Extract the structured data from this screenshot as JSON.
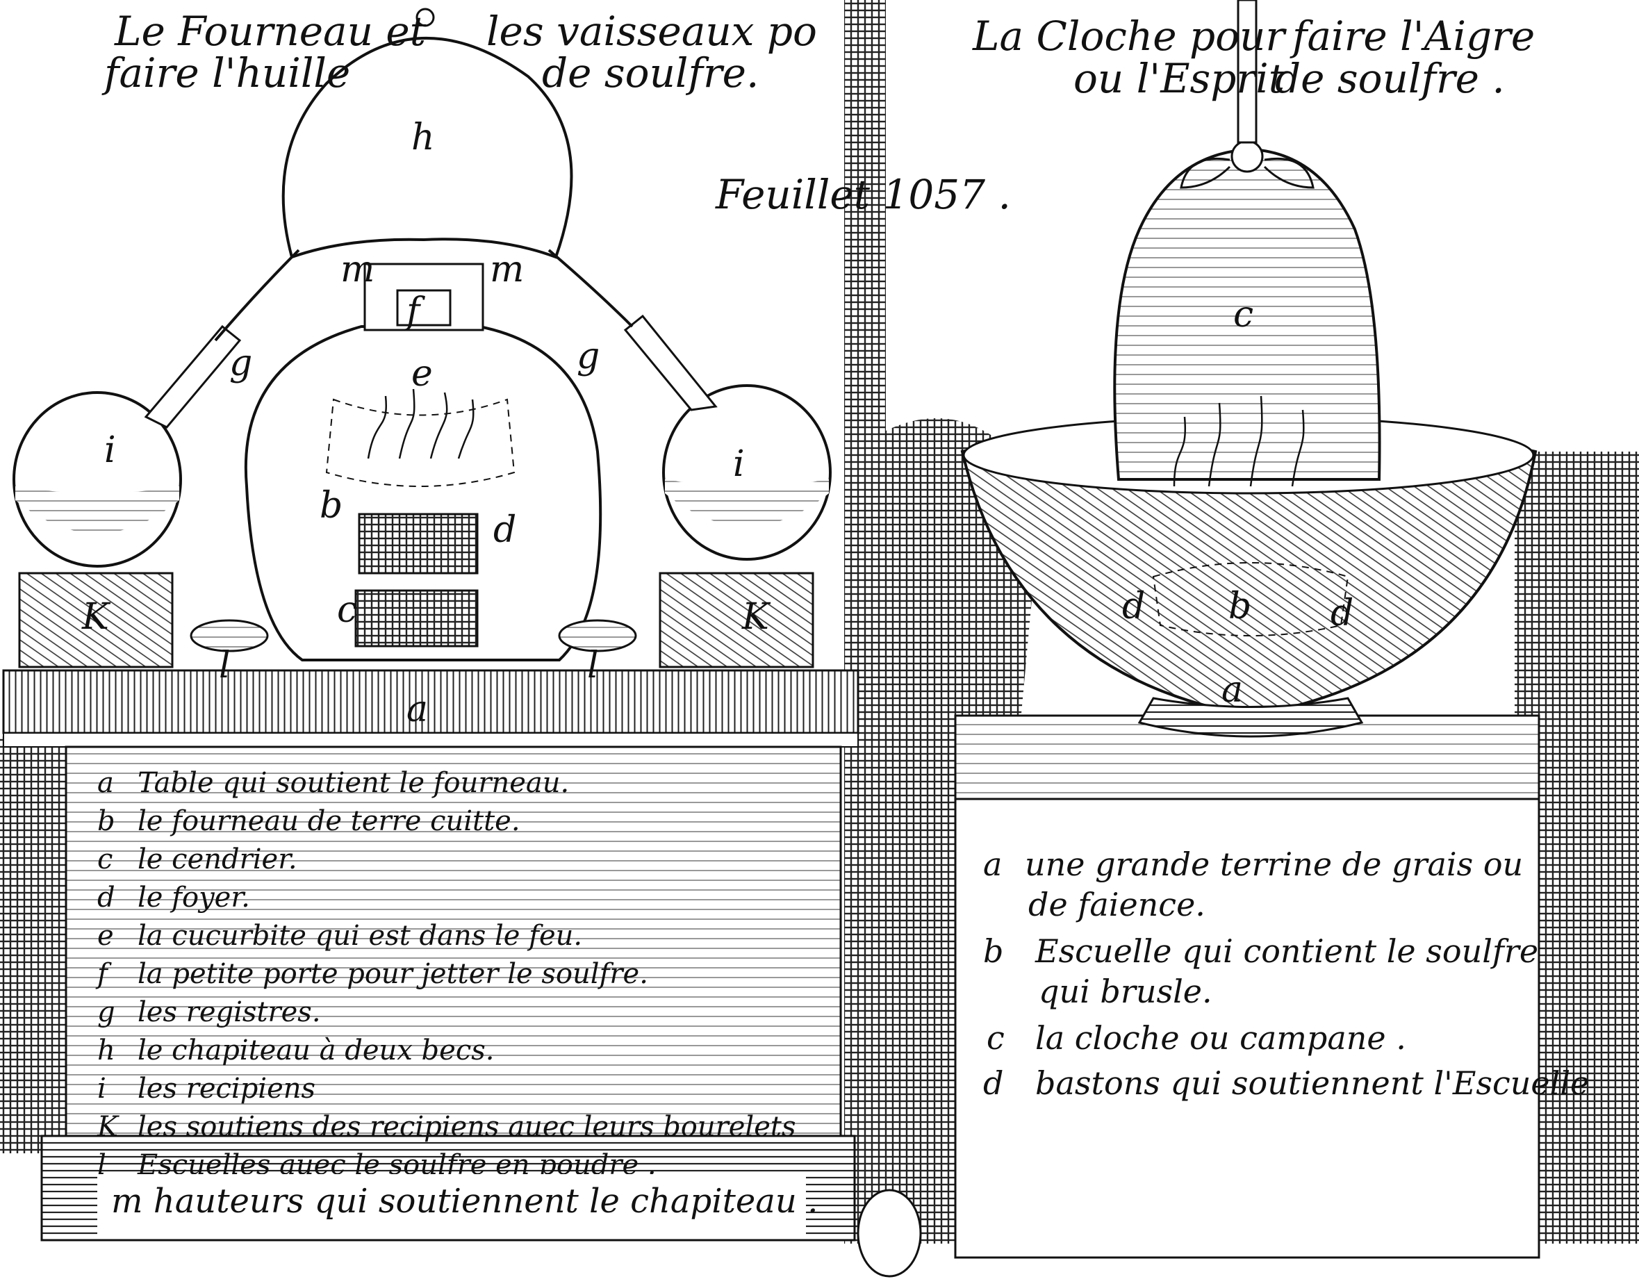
{
  "captions": {
    "left": {
      "line1_a": "Le Fourneau et",
      "line1_b": "les vaisseaux po",
      "line2_a": "faire l'huille",
      "line2_b": "de soulfre."
    },
    "right": {
      "line1_a": "La Cloche pour",
      "line1_b": "faire l'Aigre",
      "line2_a": "ou l'Esprit",
      "line2_b": "de soulfre ."
    },
    "sheet": "Feuillet 1057 ."
  },
  "furnace_labels": {
    "capital": "h",
    "door": "f",
    "rest_left": "m",
    "rest_right": "m",
    "register_left": "g",
    "register_right": "g",
    "cucurbit": "e",
    "furnace_body": "b",
    "hearth": "d",
    "ashpit": "c",
    "receiver_left": "i",
    "receiver_right": "i",
    "support_left": "K",
    "support_right": "K",
    "bowl_left": "l",
    "bowl_right": "l",
    "table": "a"
  },
  "legend_left": [
    {
      "letter": "a",
      "text": "Table qui soutient le fourneau."
    },
    {
      "letter": "b",
      "text": "le fourneau de terre cuitte."
    },
    {
      "letter": "c",
      "text": "le cendrier."
    },
    {
      "letter": "d",
      "text": "le foyer."
    },
    {
      "letter": "e",
      "text": "la cucurbite qui est dans le feu."
    },
    {
      "letter": "f",
      "text": "la petite porte pour jetter le soulfre."
    },
    {
      "letter": "g",
      "text": "les registres."
    },
    {
      "letter": "h",
      "text": "le chapiteau à deux becs."
    },
    {
      "letter": "i",
      "text": "les recipiens"
    },
    {
      "letter": "K",
      "text": "les soutiens des recipiens auec leurs bourelets"
    },
    {
      "letter": "l",
      "text": "Escuelles auec le soulfre en poudre ."
    }
  ],
  "legend_left_bottom": "m hauteurs qui soutiennent le chapiteau .",
  "bell_labels": {
    "bell": "c",
    "stick_left": "d",
    "dish": "b",
    "stick_right": "d",
    "basin": "a"
  },
  "legend_right": [
    {
      "letter": "a",
      "text": "une grande terrine de grais ou",
      "cont": "de faience."
    },
    {
      "letter": "b",
      "text": "Escuelle qui contient le soulfre",
      "cont": "qui brusle."
    },
    {
      "letter": "c",
      "text": "la cloche ou campane ."
    },
    {
      "letter": "d",
      "text": "bastons qui soutiennent l'Escuelle"
    }
  ]
}
